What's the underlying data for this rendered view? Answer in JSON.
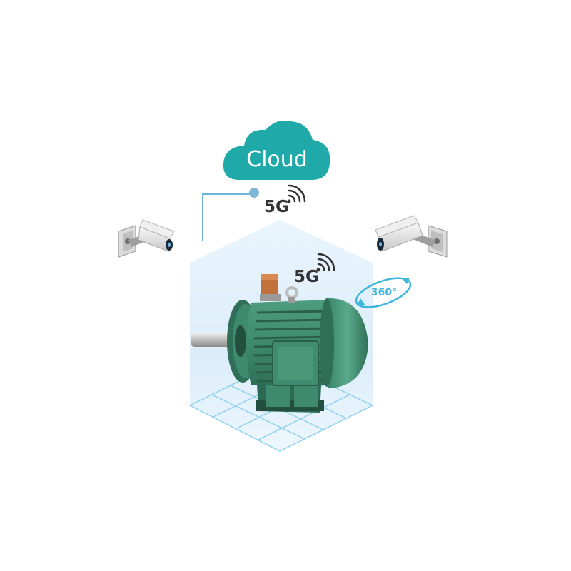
{
  "cloud": {
    "label": "Cloud",
    "color": "#1fa9a8"
  },
  "network": {
    "upper_label": "5G",
    "lower_label": "5G"
  },
  "rotation": {
    "label": "360°",
    "color": "#3fb6dc"
  },
  "colors": {
    "motor_body": "#3d8a6f",
    "motor_dark": "#2d6a54",
    "zone_fill": "#d8ecfa",
    "grid_line": "#8fd0ef",
    "link_line": "#6bb4d6",
    "camera_body": "#e4e4e4"
  },
  "icons": {
    "left_camera": "security-camera-icon",
    "right_camera": "security-camera-icon",
    "cloud": "cloud-icon",
    "signal": "wireless-signal-icon",
    "rotate": "rotate-360-icon"
  }
}
